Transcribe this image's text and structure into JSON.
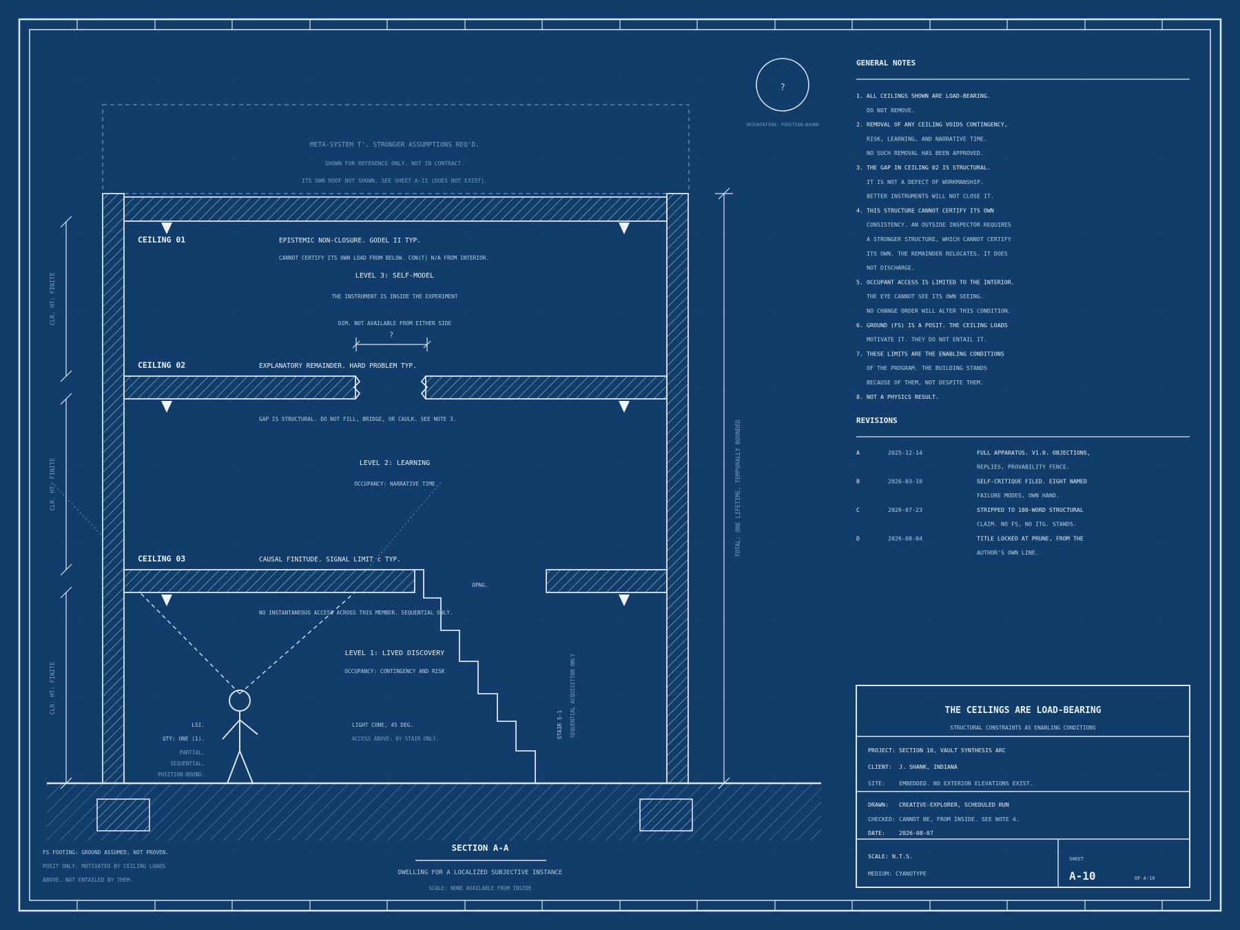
{
  "meta_system": {
    "line1": "META-SYSTEM T'. STRONGER ASSUMPTIONS REQ'D.",
    "line2": "SHOWN FOR REFERENCE ONLY. NOT IN CONTRACT.",
    "line3": "ITS OWN ROOF NOT SHOWN. SEE SHEET A-11 (DOES NOT EXIST)."
  },
  "compass": {
    "symbol": "?",
    "caption": "ORIENTATION: POSITION-BOUND"
  },
  "ceilings": [
    {
      "label": "CEILING 01",
      "title": "EPISTEMIC NON-CLOSURE. GODEL II TYP.",
      "note": "CANNOT CERTIFY ITS OWN LOAD FROM BELOW. CON(T) N/A FROM INTERIOR."
    },
    {
      "label": "CEILING 02",
      "title": "EXPLANATORY REMAINDER. HARD PROBLEM TYP.",
      "note": "GAP IS STRUCTURAL. DO NOT FILL, BRIDGE, OR CAULK. SEE NOTE 3."
    },
    {
      "label": "CEILING 03",
      "title": "CAUSAL FINITUDE. SIGNAL LIMIT c TYP.",
      "note": "NO INSTANTANEOUS ACCESS ACROSS THIS MEMBER. SEQUENTIAL ONLY."
    }
  ],
  "levels": [
    {
      "name": "LEVEL 3: SELF-MODEL",
      "note": "THE INSTRUMENT IS INSIDE THE EXPERIMENT",
      "dim_note": "DIM. NOT AVAILABLE FROM EITHER SIDE",
      "dim_value": "?"
    },
    {
      "name": "LEVEL 2: LEARNING",
      "note": "OCCUPANCY: NARRATIVE TIME"
    },
    {
      "name": "LEVEL 1: LIVED DISCOVERY",
      "note": "OCCUPANCY: CONTINGENCY AND RISK"
    }
  ],
  "opening_label": "OPNG.",
  "clear_height": "CLR. HT: FINITE",
  "total_dim": "TOTAL: ONE LIFETIME, TEMPORALLY BOUNDED",
  "occupant": {
    "l1": "LSI.",
    "l2": "QTY: ONE (1).",
    "l3": "PARTIAL,",
    "l4": "SEQUENTIAL,",
    "l5": "POSITION-BOUND."
  },
  "light_cone": {
    "l1": "LIGHT CONE, 45 DEG.",
    "l2": "ACCESS ABOVE: BY STAIR ONLY."
  },
  "stair": {
    "label": "STAIR S-1",
    "note": "SEQUENTIAL ACQUISITION ONLY"
  },
  "footing": {
    "l1": "FS FOOTING: GROUND ASSUMED, NOT PROVEN.",
    "l2": "POSIT ONLY. MOTIVATED BY CEILING LOADS",
    "l3": "ABOVE. NOT ENTAILED BY THEM."
  },
  "section": {
    "title": "SECTION A-A",
    "subtitle": "DWELLING FOR A LOCALIZED SUBJECTIVE INSTANCE",
    "scale": "SCALE: NONE AVAILABLE FROM INSIDE"
  },
  "general_notes": {
    "heading": "GENERAL NOTES",
    "lines": [
      "1. ALL CEILINGS SHOWN ARE LOAD-BEARING.",
      "   DO NOT REMOVE.",
      "2. REMOVAL OF ANY CEILING VOIDS CONTINGENCY,",
      "   RISK, LEARNING, AND NARRATIVE TIME.",
      "   NO SUCH REMOVAL HAS BEEN APPROVED.",
      "3. THE GAP IN CEILING 02 IS STRUCTURAL.",
      "   IT IS NOT A DEFECT OF WORKMANSHIP.",
      "   BETTER INSTRUMENTS WILL NOT CLOSE IT.",
      "4. THIS STRUCTURE CANNOT CERTIFY ITS OWN",
      "   CONSISTENCY. AN OUTSIDE INSPECTOR REQUIRES",
      "   A STRONGER STRUCTURE, WHICH CANNOT CERTIFY",
      "   ITS OWN. THE REMAINDER RELOCATES. IT DOES",
      "   NOT DISCHARGE.",
      "5. OCCUPANT ACCESS IS LIMITED TO THE INTERIOR.",
      "   THE EYE CANNOT SEE ITS OWN SEEING.",
      "   NO CHANGE ORDER WILL ALTER THIS CONDITION.",
      "6. GROUND (FS) IS A POSIT. THE CEILING LOADS",
      "   MOTIVATE IT. THEY DO NOT ENTAIL IT.",
      "7. THESE LIMITS ARE THE ENABLING CONDITIONS",
      "   OF THE PROGRAM. THE BUILDING STANDS",
      "   BECAUSE OF THEM, NOT DESPITE THEM.",
      "8. NOT A PHYSICS RESULT."
    ]
  },
  "revisions": {
    "heading": "REVISIONS",
    "rows": [
      {
        "rev": "A",
        "date": "2025-12-14",
        "desc1": "FULL APPARATUS. V1.0. OBJECTIONS,",
        "desc2": "REPLIES, PROVABILITY FENCE."
      },
      {
        "rev": "B",
        "date": "2026-03-10",
        "desc1": "SELF-CRITIQUE FILED. EIGHT NAMED",
        "desc2": "FAILURE MODES, OWN HAND."
      },
      {
        "rev": "C",
        "date": "2026-07-23",
        "desc1": "STRIPPED TO 180-WORD STRUCTURAL",
        "desc2": "CLAIM. NO FS, NO ITG. STANDS."
      },
      {
        "rev": "D",
        "date": "2026-08-04",
        "desc1": "TITLE LOCKED AT PRUNE, FROM THE",
        "desc2": "AUTHOR'S OWN LINE."
      }
    ]
  },
  "title_block": {
    "title": "THE CEILINGS ARE LOAD-BEARING",
    "subtitle": "STRUCTURAL CONSTRAINTS AS ENABLING CONDITIONS",
    "project": "PROJECT: SECTION 10, VAULT SYNTHESIS ARC",
    "client": "CLIENT:  J. SHANK, INDIANA",
    "site": "SITE:    EMBEDDED. NO EXTERIOR ELEVATIONS EXIST.",
    "drawn": "DRAWN:   CREATIVE-EXPLORER, SCHEDULED RUN",
    "checked": "CHECKED: CANNOT BE, FROM INSIDE. SEE NOTE 4.",
    "date": "DATE:    2026-08-07",
    "scale": "SCALE: N.T.S.",
    "medium": "MEDIUM: CYANOTYPE",
    "sheet_label": "SHEET",
    "sheet_no": "A-10",
    "sheet_of": "OF A-10"
  },
  "colors": {
    "background": "#123d6b",
    "line": "#dbe7f3",
    "text": "#e8f0f8",
    "dim_text": "#7d9cc2"
  }
}
